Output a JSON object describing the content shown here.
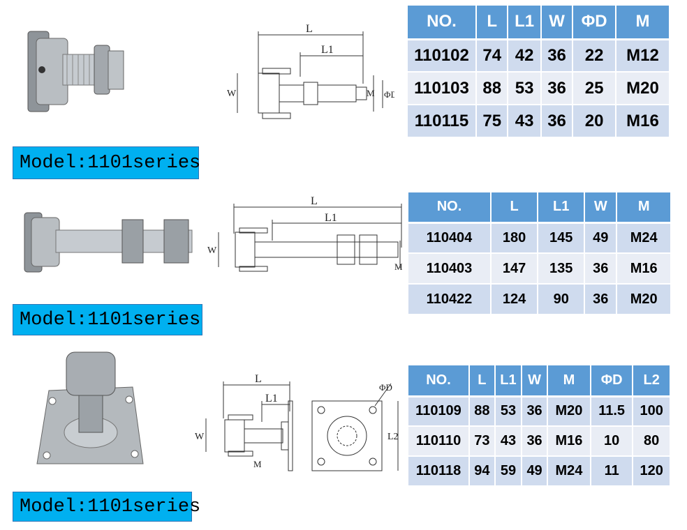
{
  "sections": [
    {
      "label": "Model:1101series",
      "dims": {
        "L": "L",
        "L1": "L1",
        "W": "W",
        "M": "M",
        "D": "ΦD"
      },
      "headers": [
        "NO.",
        "L",
        "L1",
        "W",
        "ΦD",
        "M"
      ],
      "rows": [
        [
          "110102",
          "74",
          "42",
          "36",
          "22",
          "M12"
        ],
        [
          "110103",
          "88",
          "53",
          "36",
          "25",
          "M20"
        ],
        [
          "110115",
          "75",
          "43",
          "36",
          "20",
          "M16"
        ]
      ]
    },
    {
      "label": "Model:1101series",
      "dims": {
        "L": "L",
        "L1": "L1",
        "W": "W",
        "M": "M"
      },
      "headers": [
        "NO.",
        "L",
        "L1",
        "W",
        "M"
      ],
      "rows": [
        [
          "110404",
          "180",
          "145",
          "49",
          "M24"
        ],
        [
          "110403",
          "147",
          "135",
          "36",
          "M16"
        ],
        [
          "110422",
          "124",
          "90",
          "36",
          "M20"
        ]
      ]
    },
    {
      "label": "Model:1101series",
      "dims": {
        "L": "L",
        "L1": "L1",
        "W": "W",
        "M": "M",
        "D": "ΦD",
        "L2": "L2"
      },
      "headers": [
        "NO.",
        "L",
        "L1",
        "W",
        "M",
        "ΦD",
        "L2"
      ],
      "rows": [
        [
          "110109",
          "88",
          "53",
          "36",
          "M20",
          "11.5",
          "100"
        ],
        [
          "110110",
          "73",
          "43",
          "36",
          "M16",
          "10",
          "80"
        ],
        [
          "110118",
          "94",
          "59",
          "49",
          "M24",
          "11",
          "120"
        ]
      ]
    }
  ],
  "colors": {
    "header": "#5b9bd5",
    "row_odd": "#cfdbee",
    "row_even": "#e9edf5",
    "label_bg": "#00b0f0"
  }
}
